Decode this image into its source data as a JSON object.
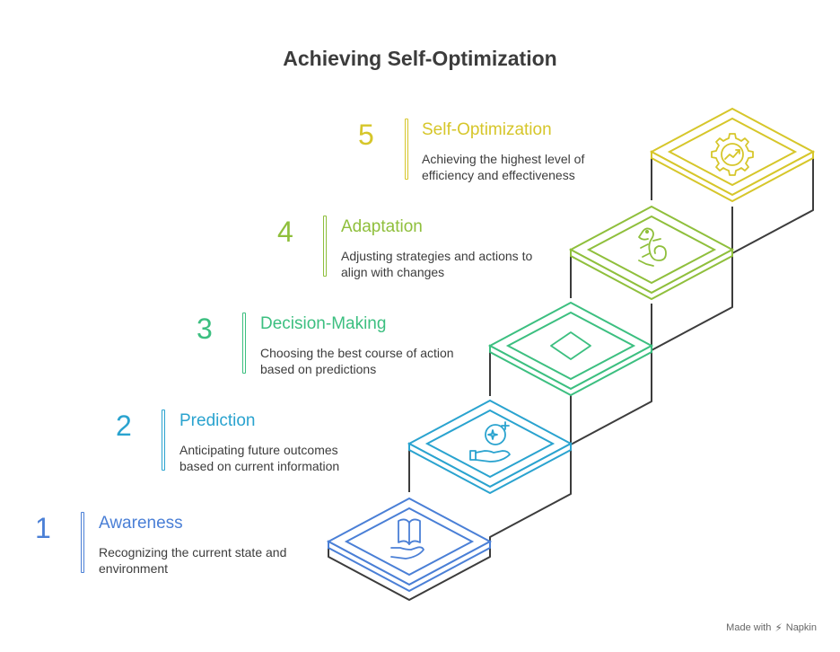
{
  "title": "Achieving Self-Optimization",
  "steps": [
    {
      "number": "1",
      "title": "Awareness",
      "description": "Recognizing the current state and environment",
      "color": "#4a7fd6",
      "icon": "open-book-hand-icon"
    },
    {
      "number": "2",
      "title": "Prediction",
      "description": "Anticipating future outcomes based on current information",
      "color": "#2aa3cf",
      "icon": "crystal-ball-hand-icon"
    },
    {
      "number": "3",
      "title": "Decision-Making",
      "description": "Choosing the best course of action based on predictions",
      "color": "#3cbf80",
      "icon": "diamond-icon"
    },
    {
      "number": "4",
      "title": "Adaptation",
      "description": "Adjusting strategies and actions to align with changes",
      "color": "#8fbf3c",
      "icon": "chameleon-icon"
    },
    {
      "number": "5",
      "title": "Self-Optimization",
      "description": "Achieving the highest level of efficiency and effectiveness",
      "color": "#d6c62a",
      "icon": "gear-growth-icon"
    }
  ],
  "footer": {
    "text": "Made with",
    "brand": "Napkin"
  }
}
